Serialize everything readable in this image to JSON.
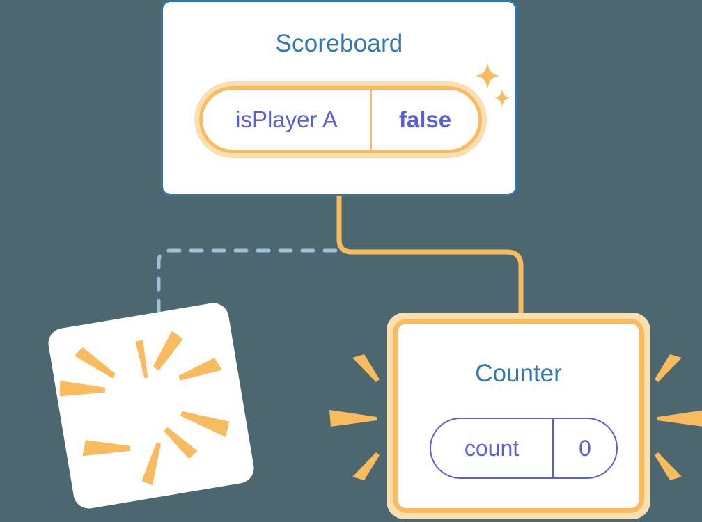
{
  "background_color": "#4d6770",
  "palette": {
    "card_border_blue": "#2f79ad",
    "title_blue": "#2f79ad",
    "pill_text_indigo": "#5b5fd4",
    "accent_orange": "#f8bc5e",
    "accent_orange_halo": "#fbdfb2",
    "dashed_line_blue": "#9dc0d8",
    "card_white": "#ffffff"
  },
  "scoreboard": {
    "title": "Scoreboard",
    "state_pill": {
      "key": "isPlayer A",
      "value": "false",
      "highlighted": true,
      "value_bold": true
    },
    "sparkle_icons": [
      "sparkle-large-icon",
      "sparkle-small-icon"
    ]
  },
  "counter": {
    "title": "Counter",
    "state_pill": {
      "key": "count",
      "value": "0",
      "highlighted": false,
      "value_bold": false
    },
    "highlighted": true,
    "ray_count_left": 3,
    "ray_count_right": 3
  },
  "burst_card": {
    "label": "",
    "rotation_degrees": -9.5,
    "ray_count": 8,
    "icon": "burst-rays-icon"
  },
  "connectors": [
    {
      "name": "scoreboard-to-counter",
      "style": "solid",
      "color": "#f8bc5e",
      "width": 7
    },
    {
      "name": "scoreboard-to-burst-card",
      "style": "dashed",
      "color": "#9dc0d8",
      "width": 5
    }
  ]
}
